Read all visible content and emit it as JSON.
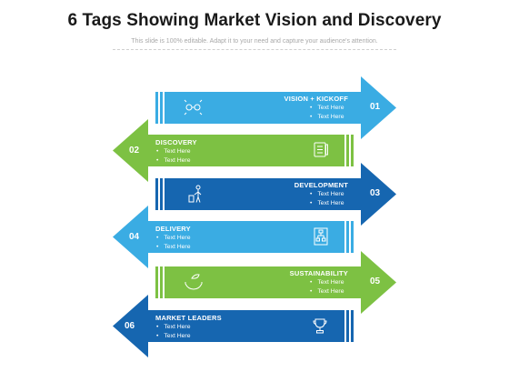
{
  "title": "6 Tags Showing Market Vision and Discovery",
  "subtitle": "This slide is 100% editable. Adapt it to your need and capture your audience's attention.",
  "colors": {
    "light_blue": "#3aace3",
    "green": "#7dc143",
    "dark_blue": "#1666b0"
  },
  "tags": [
    {
      "number": "01",
      "title": "VISION + KICKOFF",
      "bullets": [
        "Text Here",
        "Text Here"
      ],
      "icon": "vision-icon",
      "direction": "right",
      "color": "light_blue"
    },
    {
      "number": "02",
      "title": "DISCOVERY",
      "bullets": [
        "Text Here",
        "Text Here"
      ],
      "icon": "checklist-icon",
      "direction": "left",
      "color": "green"
    },
    {
      "number": "03",
      "title": "DEVELOPMENT",
      "bullets": [
        "Text Here",
        "Text Here"
      ],
      "icon": "person-watering-icon",
      "direction": "right",
      "color": "dark_blue"
    },
    {
      "number": "04",
      "title": "DELIVERY",
      "bullets": [
        "Text Here",
        "Text Here"
      ],
      "icon": "network-icon",
      "direction": "left",
      "color": "light_blue"
    },
    {
      "number": "05",
      "title": "SUSTAINABILITY",
      "bullets": [
        "Text Here",
        "Text Here"
      ],
      "icon": "hands-leaf-icon",
      "direction": "right",
      "color": "green"
    },
    {
      "number": "06",
      "title": "MARKET LEADERS",
      "bullets": [
        "Text Here",
        "Text Here"
      ],
      "icon": "trophy-icon",
      "direction": "left",
      "color": "dark_blue"
    }
  ]
}
